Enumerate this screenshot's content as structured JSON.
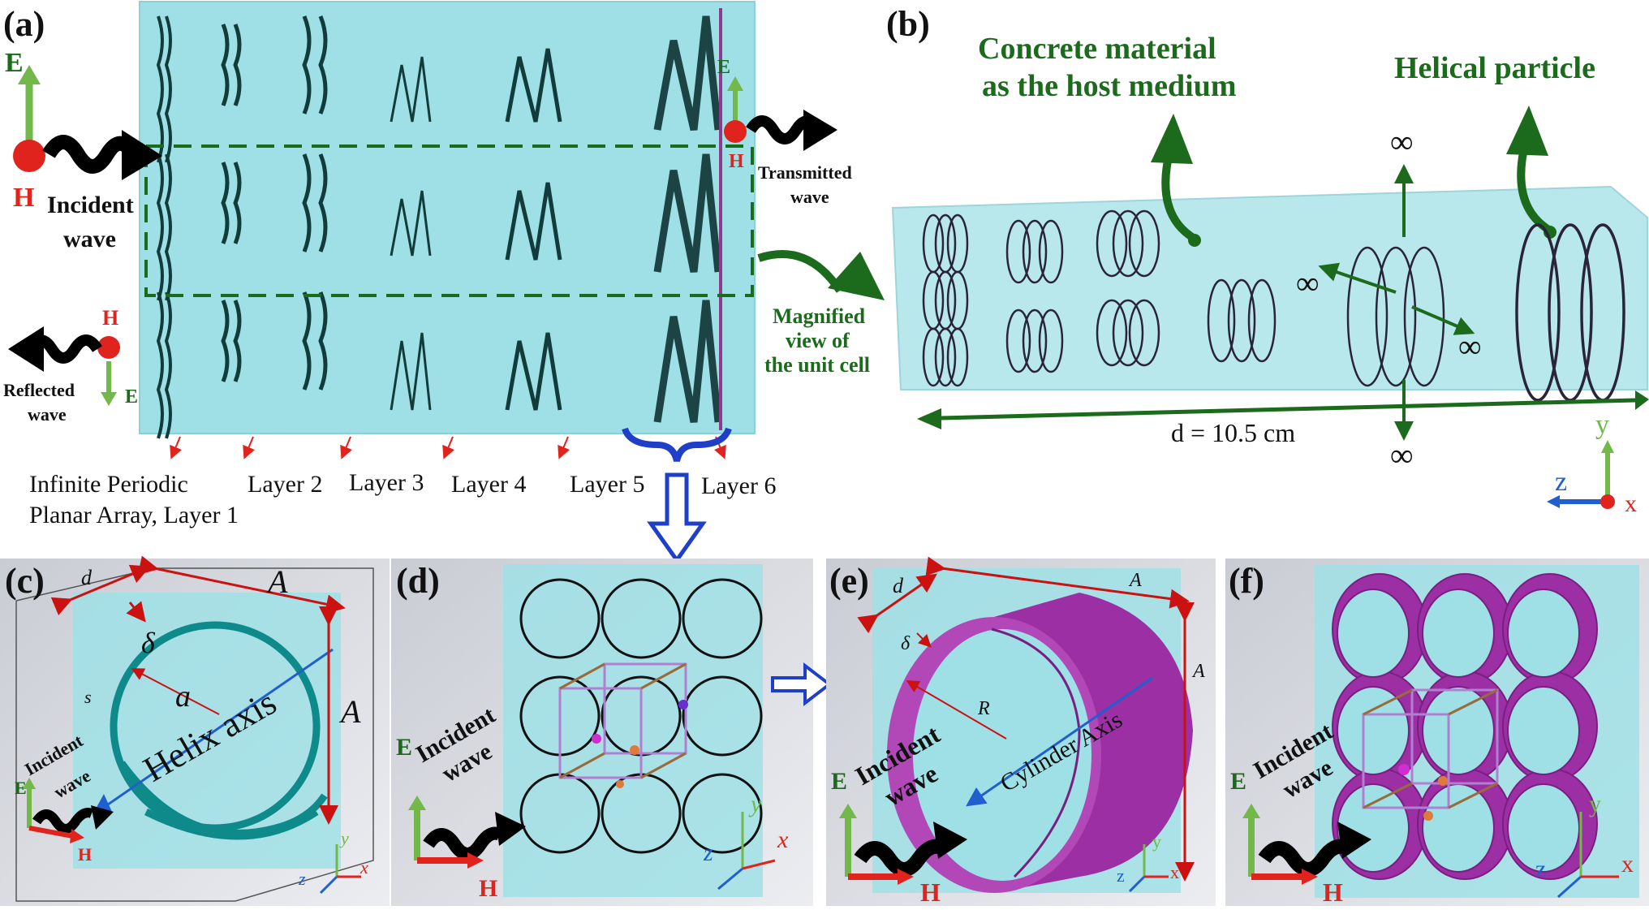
{
  "panels": {
    "a": {
      "label": "(a)",
      "incident_wave": [
        "Incident",
        "wave"
      ],
      "transmitted_wave": [
        "Transmitted",
        "wave"
      ],
      "reflected_wave": [
        "Reflected",
        "wave"
      ],
      "field_E": "E",
      "field_H": "H",
      "layers": {
        "layer1": [
          "Infinite Periodic",
          "Planar Array, Layer 1"
        ],
        "layer2": "Layer 2",
        "layer3": "Layer 3",
        "layer4": "Layer 4",
        "layer5": "Layer 5",
        "layer6": "Layer 6"
      },
      "magnified": [
        "Magnified",
        "view of",
        "the unit cell"
      ]
    },
    "b": {
      "label": "(b)",
      "concrete": [
        "Concrete material",
        "as the host medium"
      ],
      "helical": "Helical particle",
      "infinity": "∞",
      "dimension": "d = 10.5 cm",
      "axes": {
        "y": "y",
        "z": "z",
        "x": "x"
      }
    },
    "c": {
      "label": "(c)",
      "d": "d",
      "A": "A",
      "delta": "δ",
      "a": "a",
      "s": "s",
      "helix_axis": "Helix axis",
      "incident_wave": [
        "Incident",
        "wave"
      ],
      "E": "E",
      "H": "H",
      "axes": {
        "y": "y",
        "z": "z",
        "x": "x"
      }
    },
    "d": {
      "label": "(d)",
      "incident_wave": [
        "Incident",
        "wave"
      ],
      "E": "E",
      "H": "H",
      "axes": {
        "y": "y",
        "z": "z",
        "x": "x"
      }
    },
    "e": {
      "label": "(e)",
      "d": "d",
      "A": "A",
      "delta": "δ",
      "R": "R",
      "cylinder_axis": "Cylinder Axis",
      "incident_wave": [
        "Incident",
        "wave"
      ],
      "E": "E",
      "H": "H",
      "axes": {
        "y": "y",
        "z": "z",
        "x": "x"
      }
    },
    "f": {
      "label": "(f)",
      "incident_wave": [
        "Incident",
        "wave"
      ],
      "E": "E",
      "H": "H",
      "axes": {
        "y": "y",
        "z": "z",
        "x": "x"
      }
    }
  },
  "colors": {
    "slab": "#9fe0e6",
    "green_text": "#1c6b1c",
    "green_arrow": "#73b84a",
    "red": "#e0231d",
    "helix": "#2a2438",
    "purple": "#9b2fa3",
    "blue_arrow": "#1f3fc9"
  }
}
